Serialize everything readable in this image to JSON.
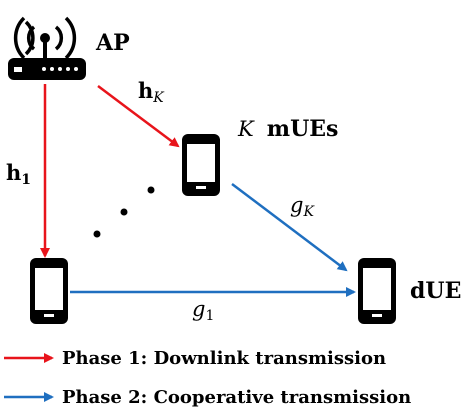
{
  "nodes": {
    "ap_label": "AP",
    "mues_prefix": "K",
    "mues_label": "mUEs",
    "due_label": "dUE"
  },
  "links": {
    "h1_base": "h",
    "h1_sub": "1",
    "hK_base": "h",
    "hK_sub": "K",
    "g1_base": "g",
    "g1_sub": "1",
    "gK_base": "g",
    "gK_sub": "K"
  },
  "legend": {
    "phase1": "Phase 1: Downlink transmission",
    "phase2": "Phase 2: Cooperative transmission"
  },
  "colors": {
    "phase1_arrow": "#e8141b",
    "phase2_arrow": "#1f6fc0",
    "device": "#000000"
  },
  "icons": {
    "ap": "wireless-router-icon",
    "device": "smartphone-icon"
  }
}
